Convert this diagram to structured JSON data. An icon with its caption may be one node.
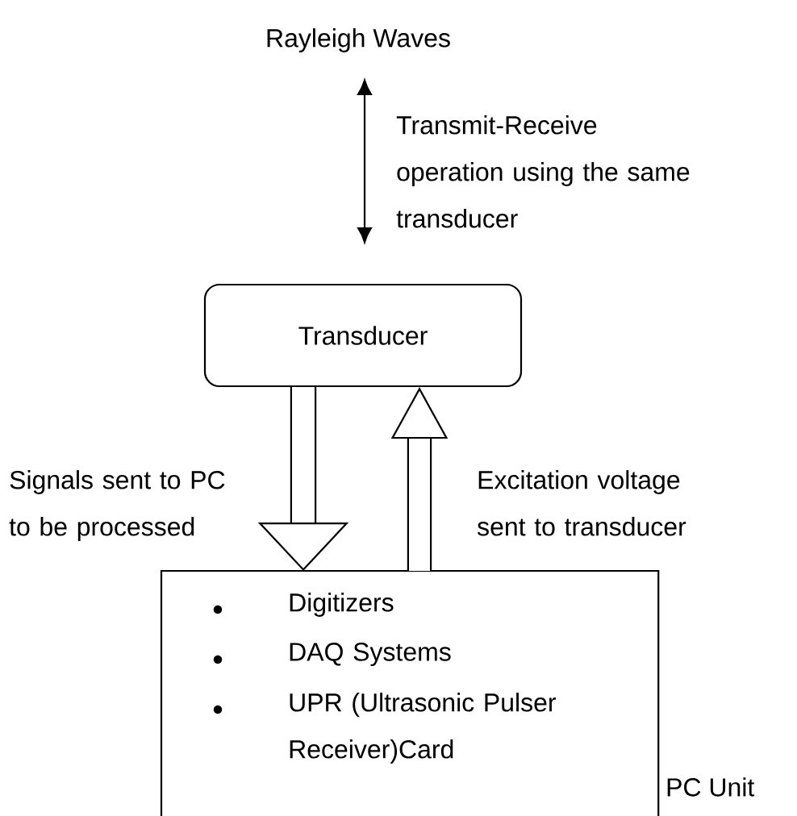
{
  "diagram": {
    "nodes": [
      {
        "text": [
          "Rayleigh Waves"
        ]
      },
      {
        "text": [
          "Transducer"
        ]
      },
      {
        "text": [
          "Digitizers",
          "DAQ Systems",
          "UPR (Ultrasonic Pulser Receiver)Card"
        ],
        "beside": [
          "PC Unit"
        ]
      }
    ],
    "edges": [
      {
        "from": 0,
        "to": 1,
        "arrow": "both",
        "label": "Transmit-Receive operation using the same transducer"
      },
      {
        "from": 1,
        "to": 2,
        "arrow": "to",
        "label": "Signals sent to PC to be processed"
      },
      {
        "from": 2,
        "to": 1,
        "arrow": "to",
        "label": "Excitation voltage sent to transducer"
      }
    ]
  }
}
